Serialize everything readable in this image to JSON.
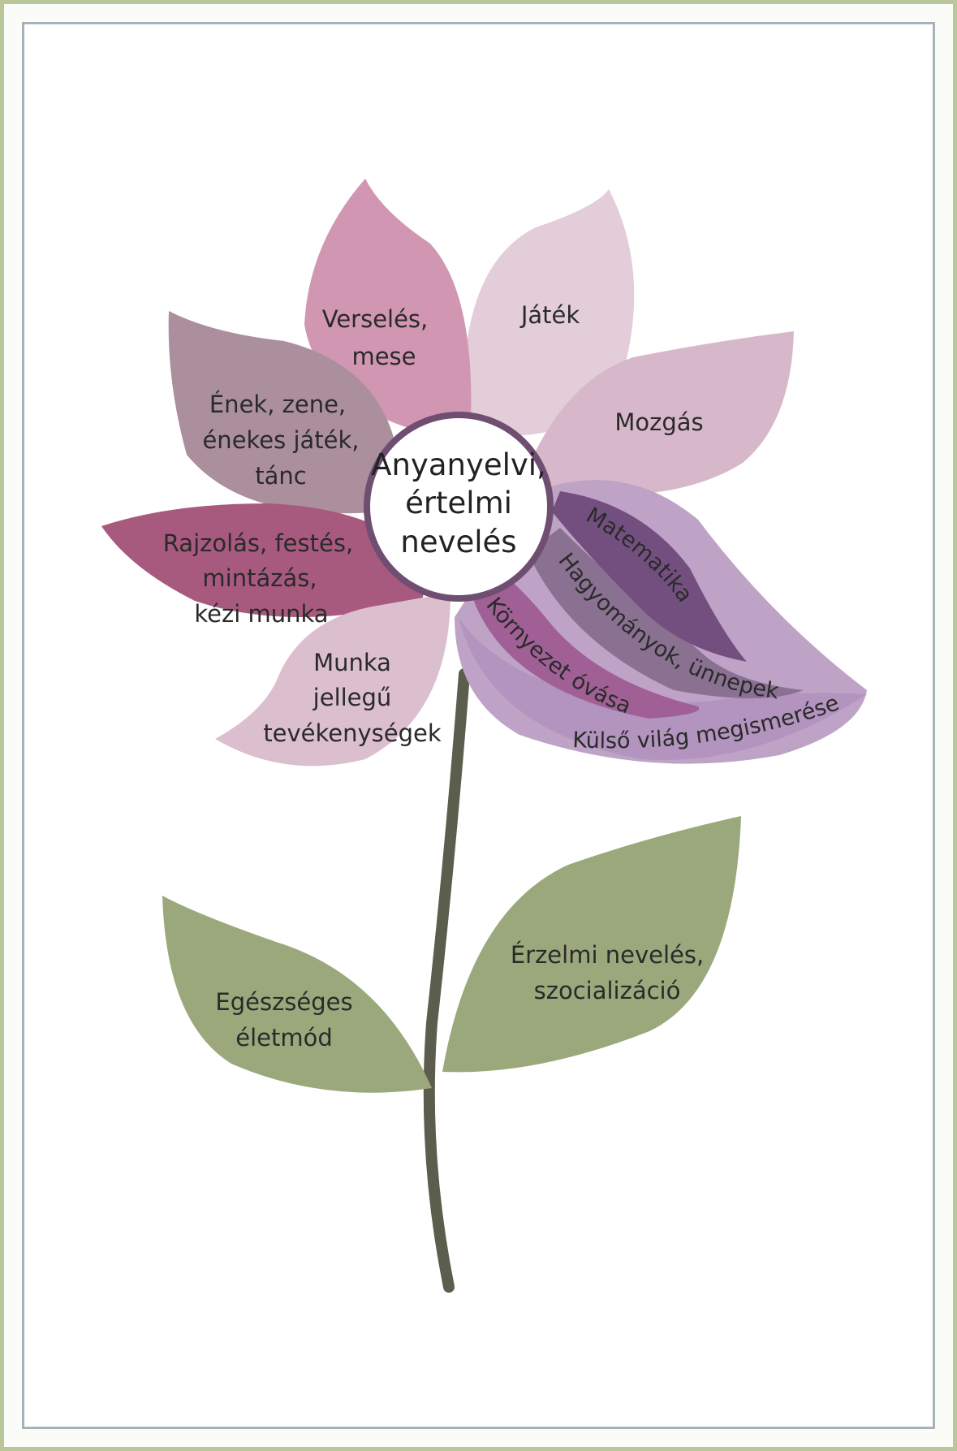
{
  "center": {
    "line1": "Anyanyelvi,",
    "line2": "értelmi",
    "line3": "nevelés"
  },
  "petals": {
    "verseles": {
      "line1": "Verselés,",
      "line2": "mese"
    },
    "jatek": {
      "line1": "Játék"
    },
    "mozgas": {
      "line1": "Mozgás"
    },
    "enek": {
      "line1": "Ének, zene,",
      "line2": "énekes játék,",
      "line3": "tánc"
    },
    "rajzolas": {
      "line1": "Rajzolás, festés,",
      "line2": "mintázás,",
      "line3": "kézi munka"
    },
    "munka": {
      "line1": "Munka",
      "line2": "jellegű",
      "line3": "tevékenységek"
    }
  },
  "big_petal": {
    "matematika": "Matematika",
    "hagyomanyok": "Hagyományok, ünnepek",
    "kornyezet": "Környezet óvása",
    "kulso": "Külső világ megismerése"
  },
  "leaves": {
    "left": {
      "line1": "Egészséges",
      "line2": "életmód"
    },
    "right": {
      "line1": "Érzelmi nevelés,",
      "line2": "szocializáció"
    }
  },
  "colors": {
    "verseles": "#d096b2",
    "jatek": "#e3cdd8",
    "mozgas": "#d7b8ca",
    "enek": "#ab8f9d",
    "rajzolas": "#a85a7e",
    "munka": "#dcbfcf",
    "big_outer": "#bfa3c6",
    "kulso": "#b294be",
    "kornyezet": "#a06096",
    "hagyomanyok": "#8a7192",
    "matematika": "#734f80",
    "leaf": "#9aa87c",
    "stem": "#5c5d4c",
    "center_ring": "#6f4e72"
  }
}
